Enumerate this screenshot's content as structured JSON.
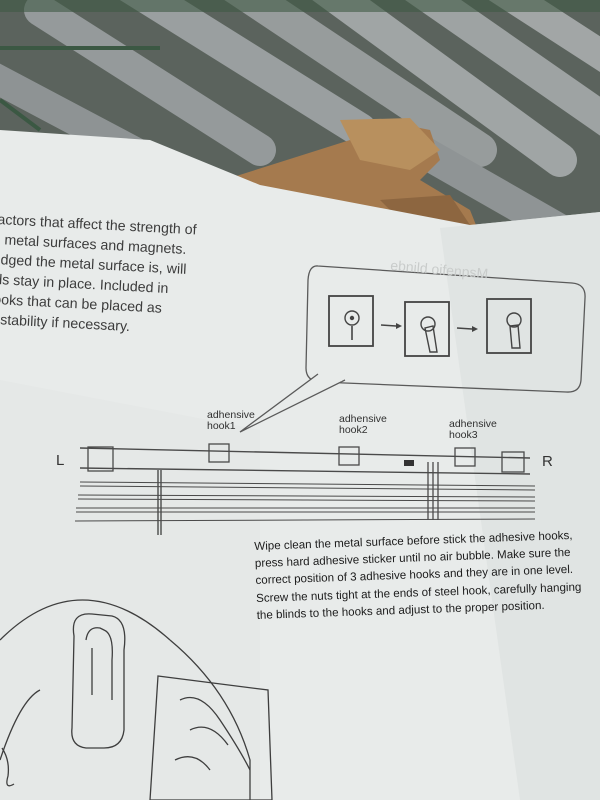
{
  "intro_lines": [
    "actors that affect the strength of",
    "metal surfaces and magnets.",
    "idged the metal surface is, will",
    "ds stay in place. Included in",
    "ooks that can be placed as",
    "stability if necessary."
  ],
  "hooks": [
    {
      "line1": "adhensive",
      "line2": "hook1"
    },
    {
      "line1": "adhensive",
      "line2": "hook2"
    },
    {
      "line1": "adhensive",
      "line2": "hook3"
    }
  ],
  "side_left": "L",
  "side_right": "R",
  "instructions": [
    "Wipe clean the metal surface before stick the adhesive hooks,",
    "press hard adhesive sticker until no air bubble. Make sure the",
    "correct position of  3 adhesive hooks and they are in one level.",
    "Screw the nuts tight at the ends of steel hook, carefully hanging",
    "the blinds to the hooks and adjust to the proper position."
  ],
  "colors": {
    "paper": "#e8ebea",
    "ink": "#3a3a3a",
    "cardboard": "#a57a4e",
    "rollers": "#8d9192"
  }
}
